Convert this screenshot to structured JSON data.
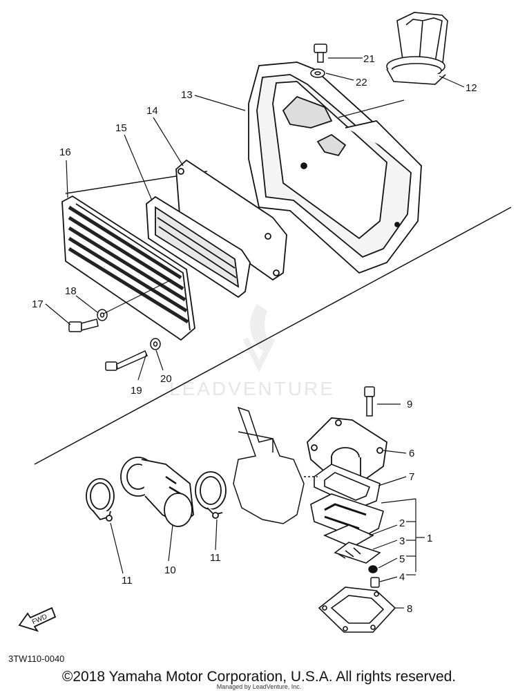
{
  "diagram": {
    "parts": {
      "p1": "1",
      "p2": "2",
      "p3": "3",
      "p4": "4",
      "p5": "5",
      "p6": "6",
      "p7": "7",
      "p8": "8",
      "p9": "9",
      "p10": "10",
      "p11a": "11",
      "p11b": "11",
      "p12": "12",
      "p13": "13",
      "p14": "14",
      "p15": "15",
      "p16": "16",
      "p17": "17",
      "p18": "18",
      "p19": "19",
      "p20": "20",
      "p21": "21",
      "p22": "22"
    },
    "fwd_label": "FWD",
    "diagram_code": "3TW110-0040",
    "watermark": "LEADVENTURE"
  },
  "footer": {
    "copyright": "©2018 Yamaha Motor Corporation, U.S.A. All rights reserved.",
    "footnote": "Managed by LeadVenture, Inc."
  },
  "colors": {
    "ink": "#111111",
    "watermark": "#e6e6e6",
    "background": "#ffffff"
  }
}
